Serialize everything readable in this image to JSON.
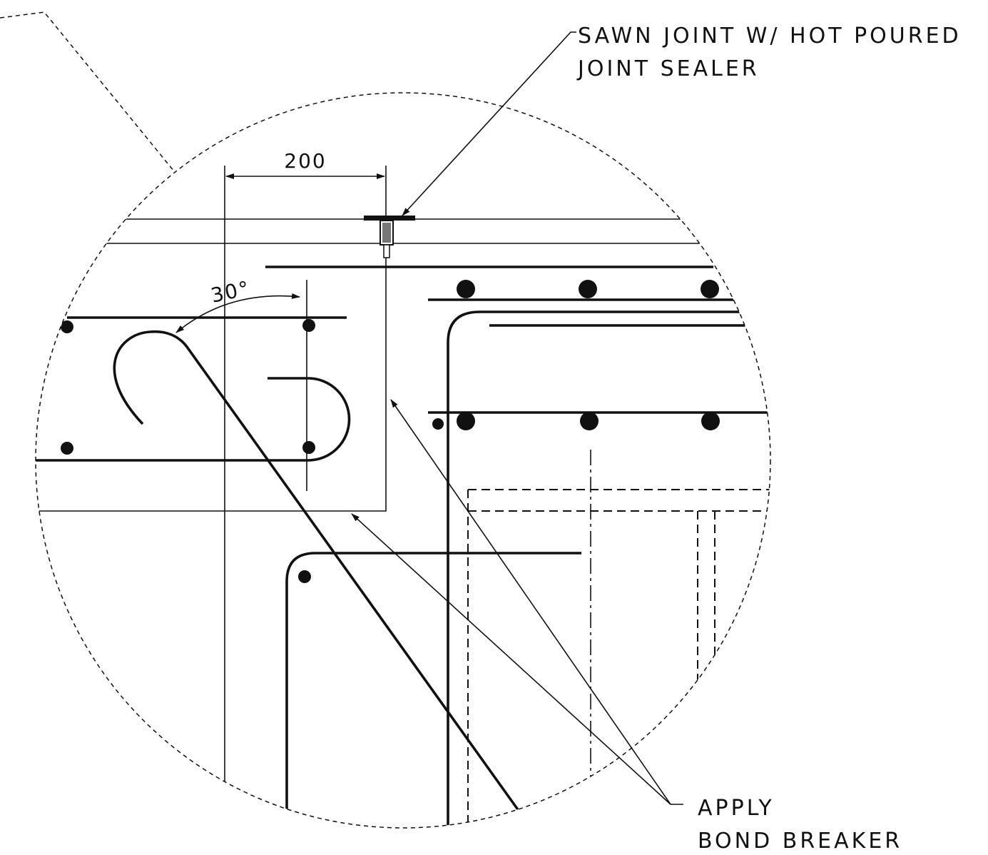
{
  "labels": {
    "sawn_joint_line1": "SAWN JOINT W/ HOT POURED",
    "sawn_joint_line2": "JOINT SEALER",
    "bond_breaker_line1": "APPLY",
    "bond_breaker_line2": "BOND BREAKER",
    "dimension_200": "200",
    "angle_30": "30°"
  }
}
